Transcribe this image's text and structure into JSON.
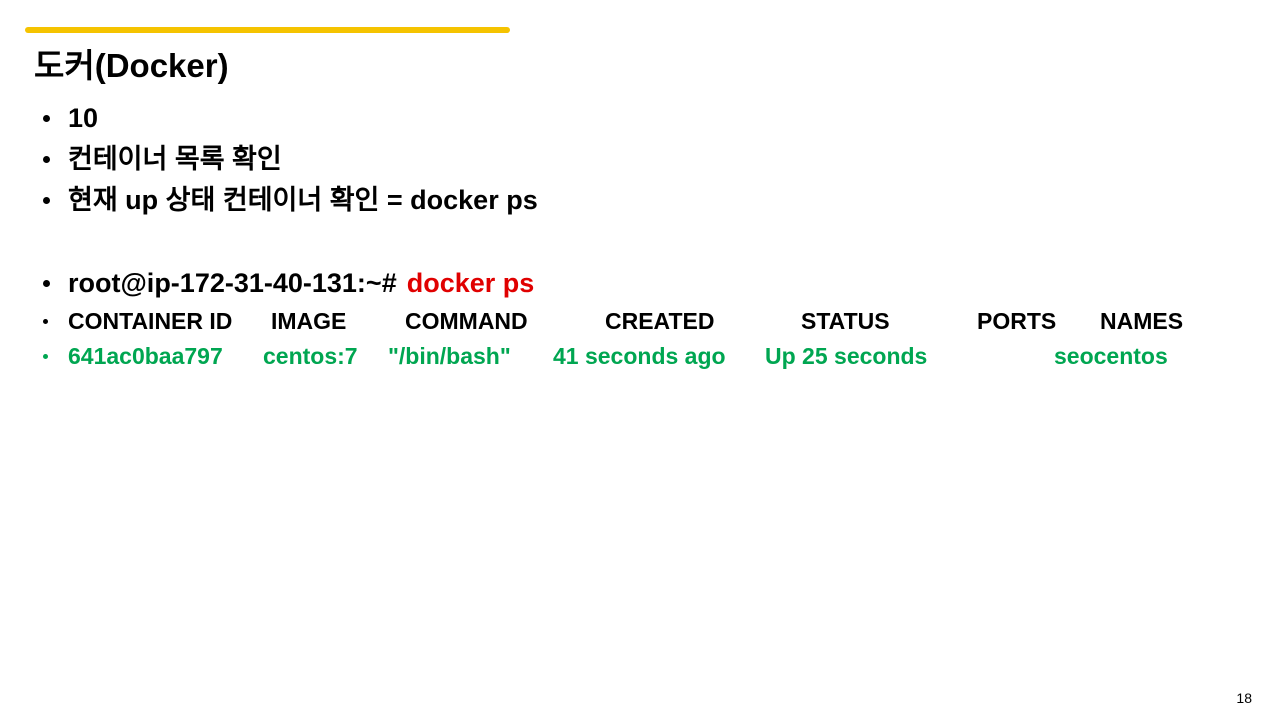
{
  "slide": {
    "title": "도커(Docker)",
    "page_number": "18"
  },
  "bullets": [
    {
      "text": "10"
    },
    {
      "text": "컨테이너 목록 확인"
    },
    {
      "text": "현재 up 상태 컨테이너 확인 = docker ps"
    }
  ],
  "terminal": {
    "prompt": "root@ip-172-31-40-131:~#",
    "command": "docker ps",
    "header": {
      "container_id": "CONTAINER ID",
      "image": "IMAGE",
      "command": "COMMAND",
      "created": "CREATED",
      "status": "STATUS",
      "ports": "PORTS",
      "names": "NAMES"
    },
    "row": {
      "container_id": "641ac0baa797",
      "image": "centos:7",
      "command": "\"/bin/bash\"",
      "created": "41 seconds ago",
      "status": "Up 25 seconds",
      "ports": "",
      "names": "seocentos"
    }
  },
  "colors": {
    "accent_bar": "#f5c300",
    "command_red": "#e00000",
    "output_green": "#00a651"
  }
}
